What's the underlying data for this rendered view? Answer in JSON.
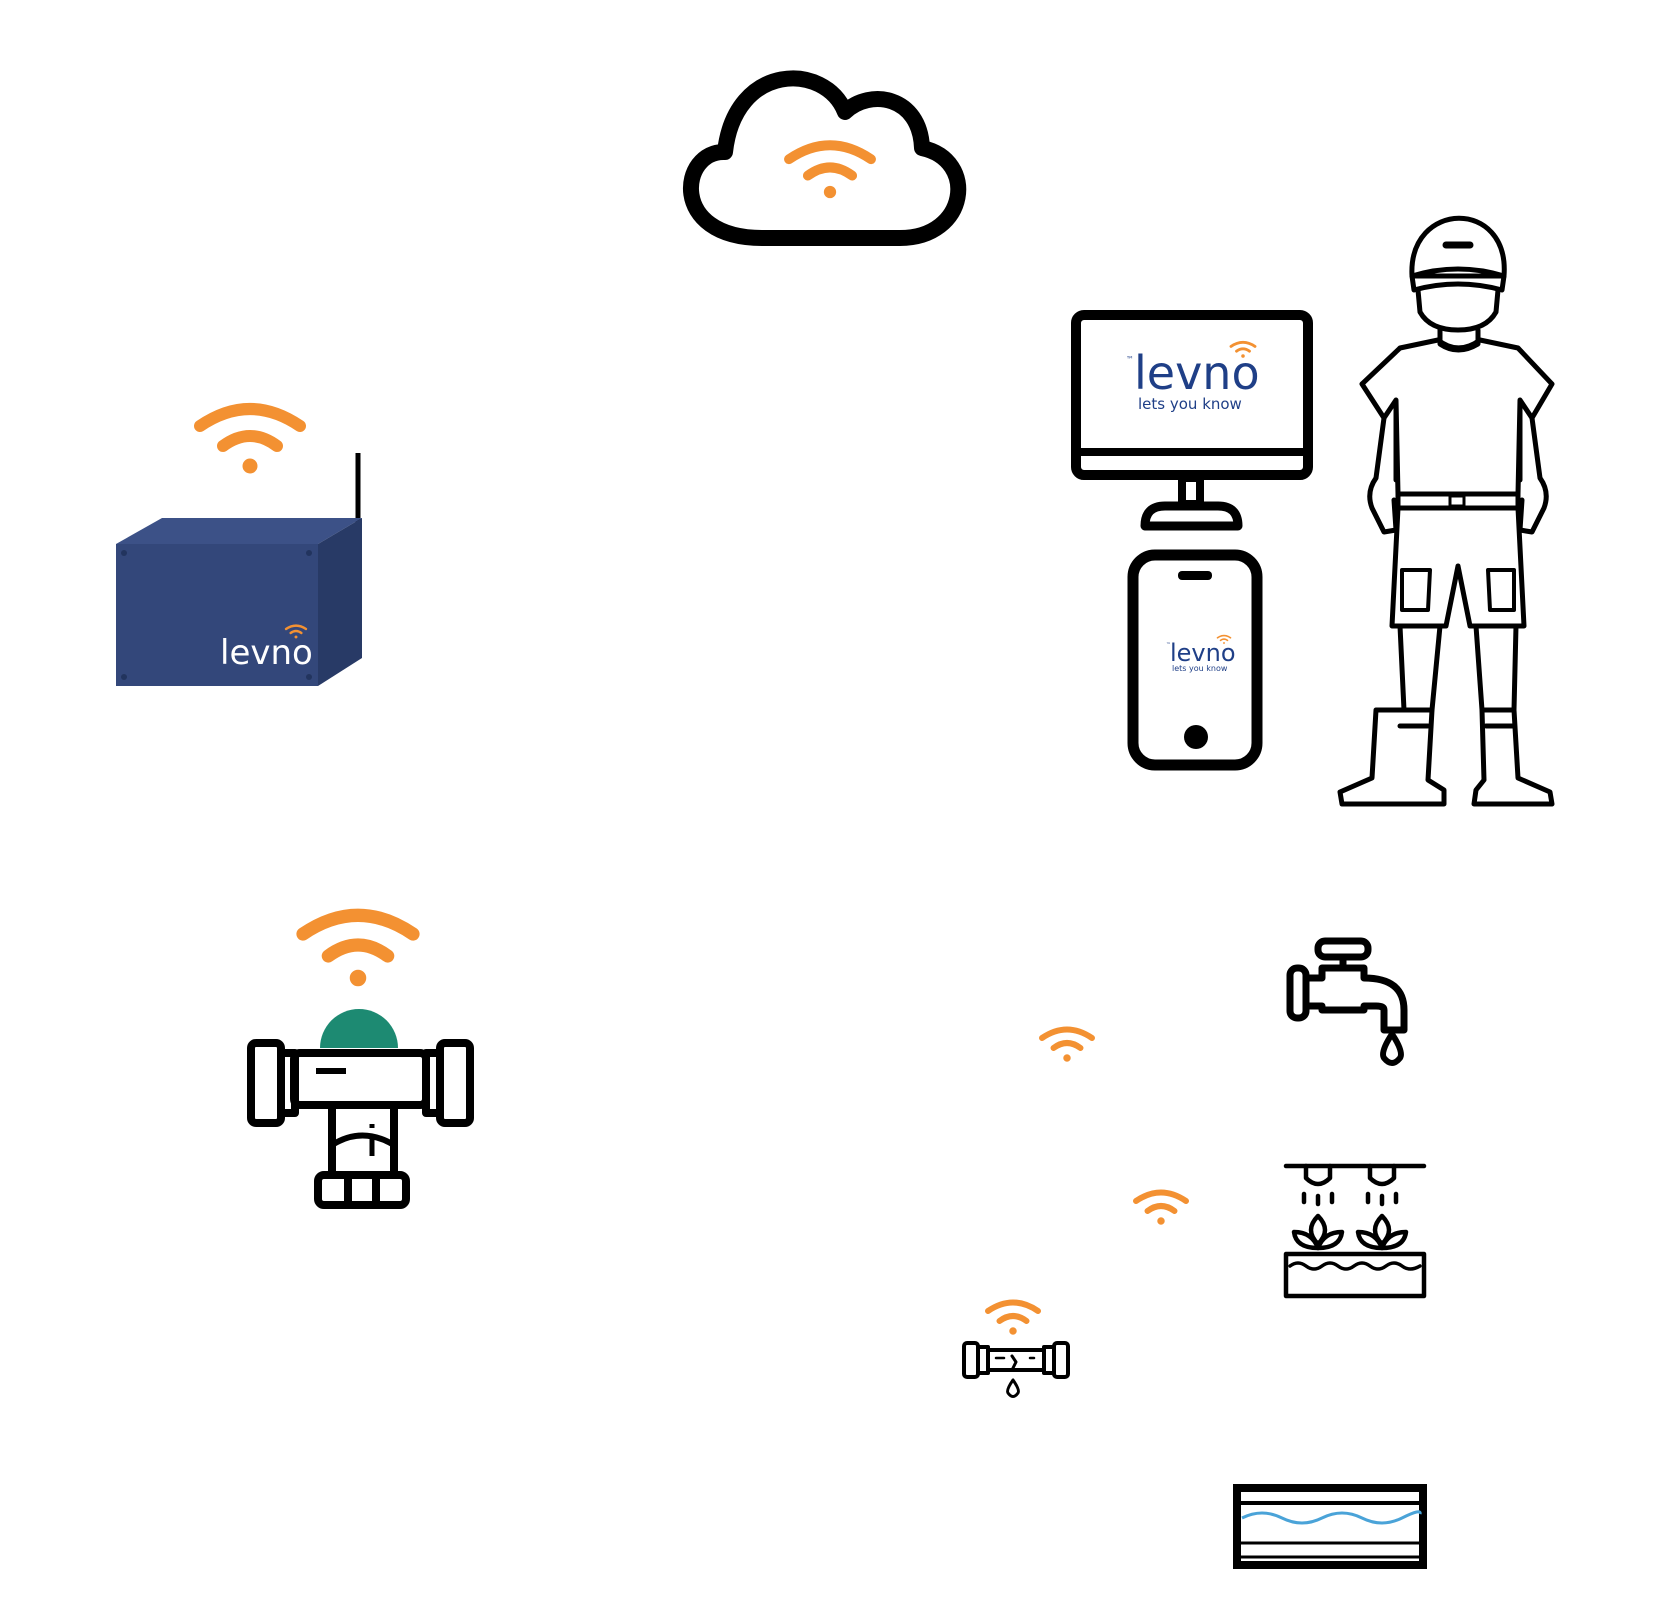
{
  "colors": {
    "stroke": "#000000",
    "wifi": "#f39132",
    "gateway_body": "#33477a",
    "gateway_side": "#283a66",
    "gateway_top": "#3c5187",
    "levno_blue": "#1f3f87",
    "sensor_dome": "#1d8a72",
    "water_line": "#4aa3d8",
    "background": "#ffffff"
  },
  "icons": {
    "cloud": "cloud-icon",
    "gateway": "gateway-box-icon",
    "monitor": "monitor-icon",
    "phone": "smartphone-icon",
    "farmer": "farmer-icon",
    "pipe": "pipe-tee-sensor-icon",
    "tap": "water-tap-icon",
    "irrigation": "irrigation-sprinkler-icon",
    "leak": "pipe-leak-icon",
    "tank": "water-tank-icon",
    "wifi": "wifi-signal-icon"
  },
  "gateway": {
    "logo": "levno"
  },
  "monitor": {
    "logo": "levno",
    "tagline": "lets you know",
    "tm": "™"
  },
  "phone": {
    "logo": "levno",
    "tagline": "lets you know",
    "tm": "™"
  }
}
